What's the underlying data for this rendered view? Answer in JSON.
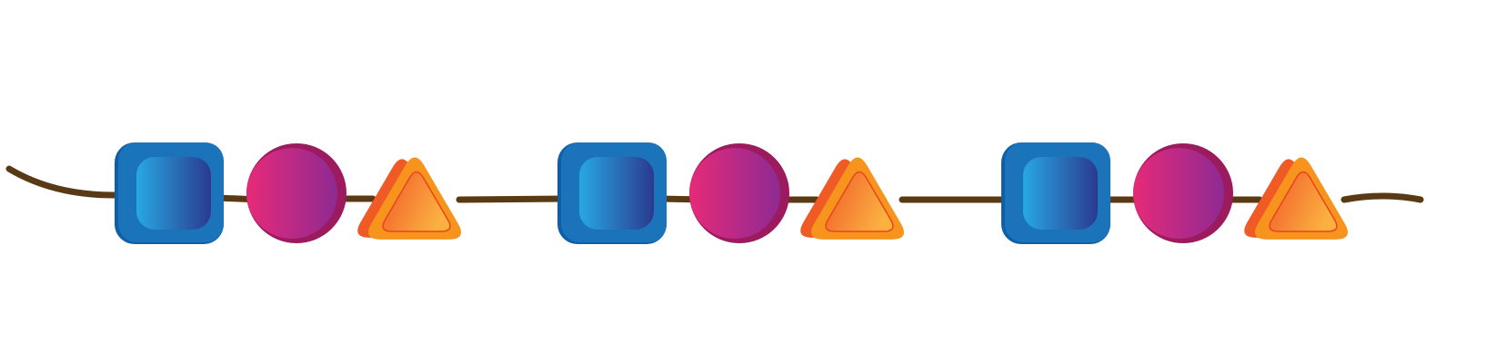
{
  "pattern": {
    "repeat_count": 3,
    "sequence": [
      "square-bead",
      "round-bead",
      "triangle-bead"
    ]
  },
  "colors": {
    "string": "#5a3a14",
    "square_outer": "#1b73ba",
    "square_outer_shade": "#0f5fa8",
    "square_inner_start": "#27a8e2",
    "square_inner_end": "#2b3a8f",
    "circle_shade": "#9c1a5e",
    "circle_start": "#e62a78",
    "circle_end": "#8e2a93",
    "triangle_back": "#f05a24",
    "triangle_mid": "#f7941d",
    "triangle_inner_start": "#f05a2a",
    "triangle_inner_end": "#fbb040",
    "triangle_edge": "#e8451e"
  }
}
